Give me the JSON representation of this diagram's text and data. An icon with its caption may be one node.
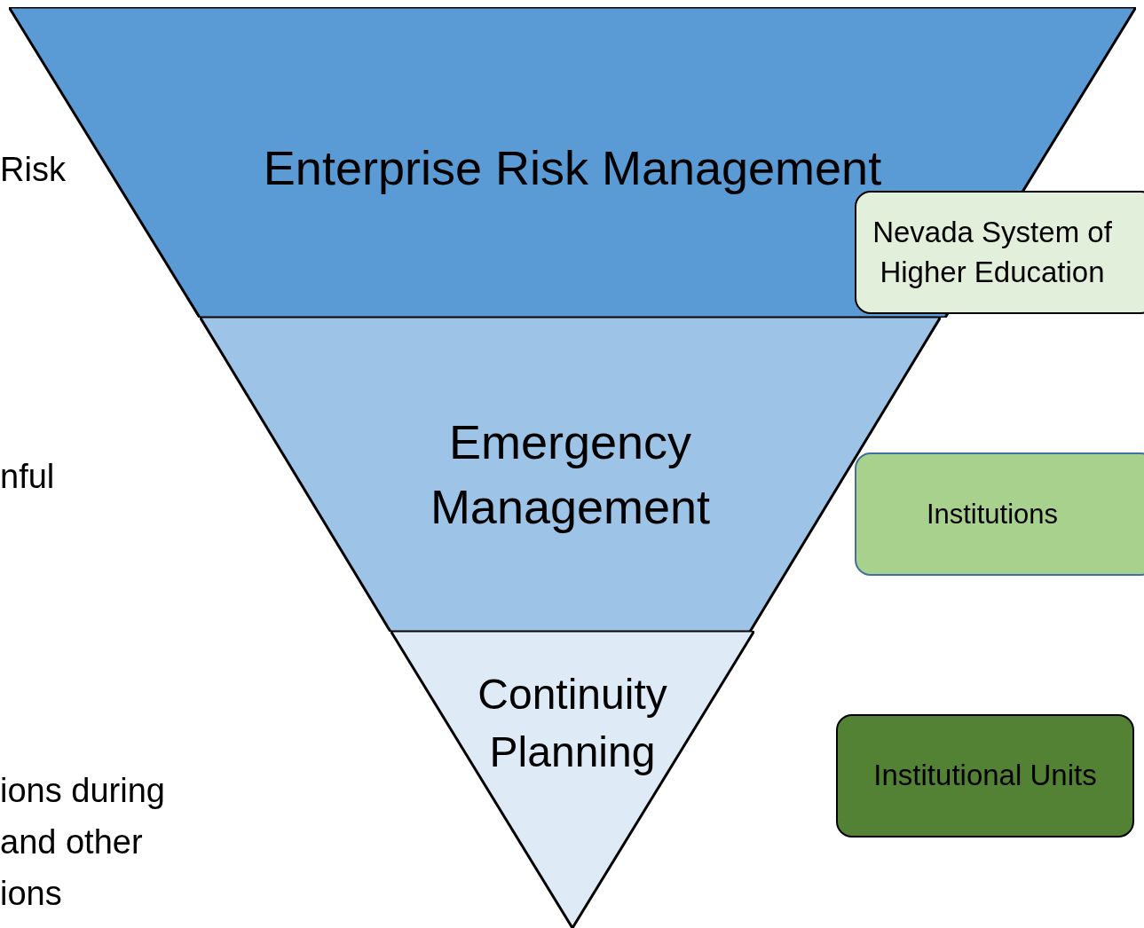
{
  "diagram": {
    "nodes": [
      {
        "text": [
          "Enterprise Risk Management"
        ]
      },
      {
        "text": [
          "Emergency Management"
        ]
      },
      {
        "text": [
          "Continuity Planning"
        ]
      },
      {
        "text": [
          "Nevada System of Higher Education"
        ]
      },
      {
        "text": [
          "Institutions"
        ]
      },
      {
        "text": [
          "Institutional Units"
        ]
      }
    ],
    "labels": [
      "Risk",
      "nful",
      "ions during and other ions"
    ]
  }
}
